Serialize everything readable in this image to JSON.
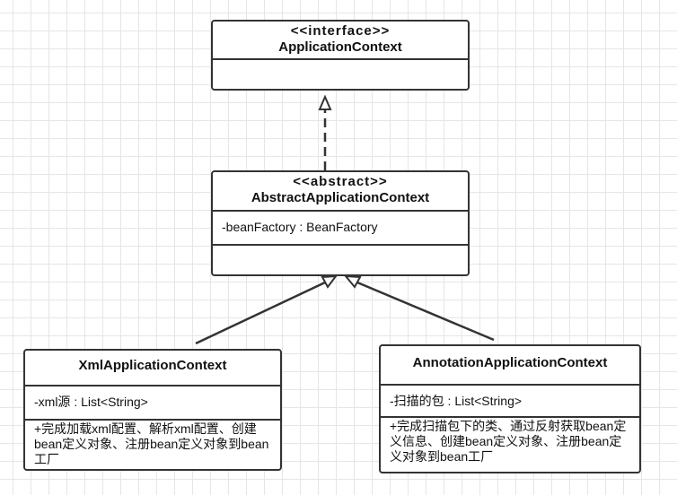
{
  "classes": {
    "application_context": {
      "stereotype": "<<interface>>",
      "name": "ApplicationContext"
    },
    "abstract_application_context": {
      "stereotype": "<<abstract>>",
      "name": "AbstractApplicationContext",
      "attribute": "-beanFactory : BeanFactory"
    },
    "xml_application_context": {
      "name": "XmlApplicationContext",
      "attribute": "-xml源 : List<String>",
      "method": "+完成加载xml配置、解析xml配置、创建bean定义对象、注册bean定义对象到bean工厂"
    },
    "annotation_application_context": {
      "name": "AnnotationApplicationContext",
      "attribute": "-扫描的包 : List<String>",
      "method": "+完成扫描包下的类、通过反射获取bean定义信息、创建bean定义对象、注册bean定义对象到bean工厂"
    }
  },
  "relations": [
    {
      "type": "realization",
      "from": "AbstractApplicationContext",
      "to": "ApplicationContext"
    },
    {
      "type": "generalization",
      "from": "XmlApplicationContext",
      "to": "AbstractApplicationContext"
    },
    {
      "type": "generalization",
      "from": "AnnotationApplicationContext",
      "to": "AbstractApplicationContext"
    }
  ]
}
